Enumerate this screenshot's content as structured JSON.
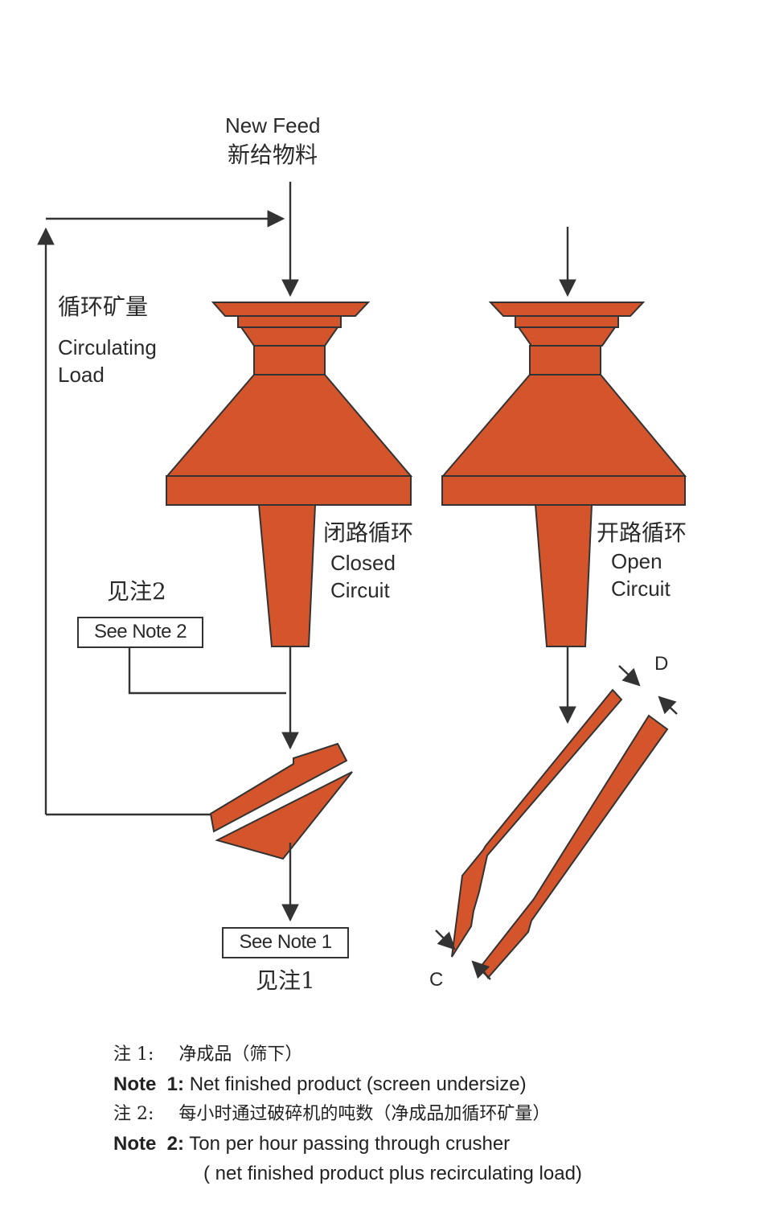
{
  "colors": {
    "crusher_fill": "#D4552B",
    "line": "#333333",
    "paper": "#FFFFFF"
  },
  "labels": {
    "new_feed_en": "New Feed",
    "new_feed_zh": "新给物料",
    "circulating_zh": "循环矿量",
    "circulating_en_1": "Circulating",
    "circulating_en_2": "Load",
    "closed_zh": "闭路循环",
    "closed_en_1": "Closed",
    "closed_en_2": "Circuit",
    "open_zh": "开路循环",
    "open_en_1": "Open",
    "open_en_2": "Circuit",
    "see_note2_zh": "见注2",
    "see_note2_box": "See Note 2",
    "see_note1_box": "See Note 1",
    "see_note1_zh": "见注1",
    "dim_d": "D",
    "dim_c": "C"
  },
  "notes": {
    "note1_zh_prefix": "注 1:",
    "note1_zh_text": "净成品（筛下）",
    "note1_en_prefix": "Note  1:",
    "note1_en_text": "Net finished product (screen undersize)",
    "note2_zh_prefix": "注 2:",
    "note2_zh_text": "每小时通过破碎机的吨数（净成品加循环矿量）",
    "note2_en_prefix": "Note  2:",
    "note2_en_text": "Ton per hour passing through crusher",
    "note2_en_text_2": "( net finished product plus recirculating load)"
  }
}
